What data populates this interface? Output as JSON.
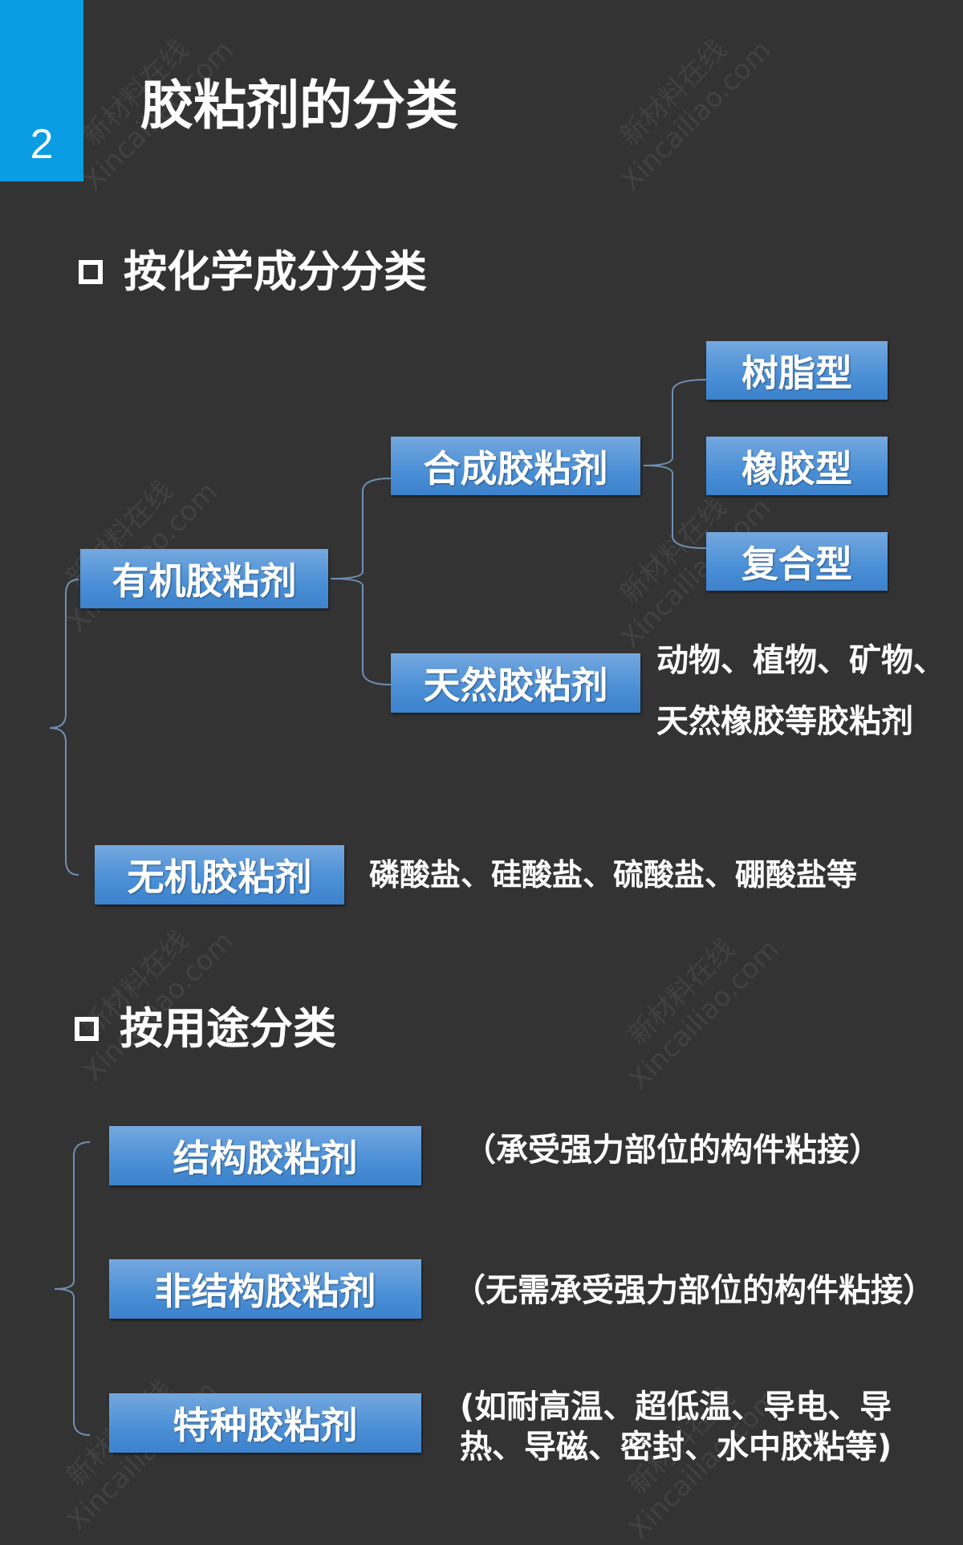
{
  "section_number": "2",
  "title": "胶粘剂的分类",
  "watermark": {
    "line1": "新材料在线",
    "line2": "Xincailiao.com"
  },
  "chemical": {
    "heading": "按化学成分分类",
    "organic": "有机胶粘剂",
    "synthetic": "合成胶粘剂",
    "resin": "树脂型",
    "rubber": "橡胶型",
    "composite": "复合型",
    "natural": "天然胶粘剂",
    "natural_desc_line1": "动物、植物、矿物、",
    "natural_desc_line2": "天然橡胶等胶粘剂",
    "inorganic": "无机胶粘剂",
    "inorganic_desc": "磷酸盐、硅酸盐、硫酸盐、硼酸盐等"
  },
  "usage": {
    "heading": "按用途分类",
    "structural": "结构胶粘剂",
    "structural_desc": "（承受强力部位的构件粘接）",
    "nonstructural": "非结构胶粘剂",
    "nonstructural_desc": "（无需承受强力部位的构件粘接）",
    "special": "特种胶粘剂",
    "special_desc_line1": "(如耐高温、超低温、导电、导",
    "special_desc_line2": "热、导磁、密封、水中胶粘等)"
  }
}
